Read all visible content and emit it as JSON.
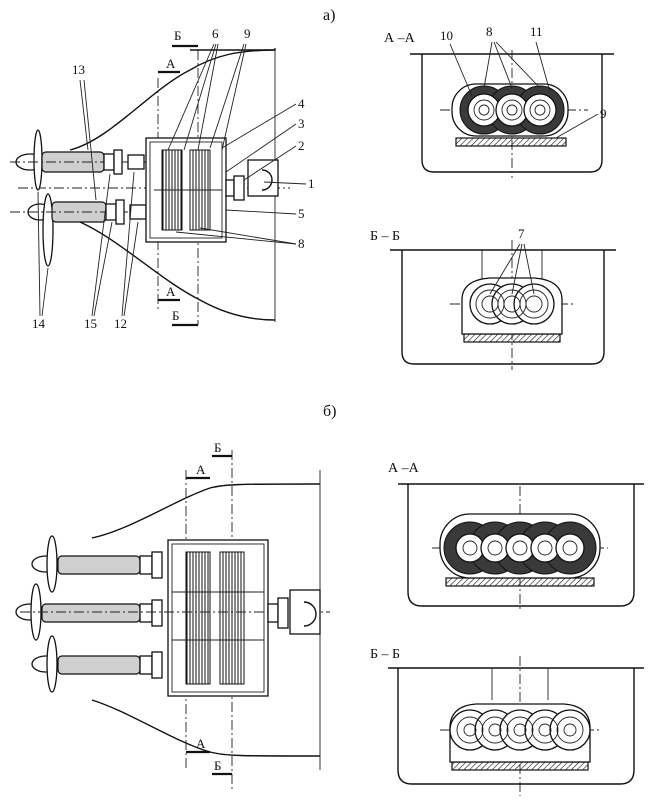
{
  "figure": {
    "part_a": {
      "label": "а)",
      "plan": {
        "callouts": [
          "13",
          "6",
          "9",
          "4",
          "3",
          "2",
          "1",
          "5",
          "8",
          "14",
          "15",
          "12"
        ],
        "section_marks": [
          "А",
          "Б",
          "А",
          "Б"
        ]
      },
      "section_aa": {
        "title": "А –А",
        "callouts": [
          "10",
          "8",
          "11",
          "9"
        ]
      },
      "section_bb": {
        "title": "Б – Б",
        "callouts": [
          "7"
        ]
      }
    },
    "part_b": {
      "label": "б)",
      "plan": {
        "section_marks": [
          "А",
          "Б",
          "А",
          "Б"
        ]
      },
      "section_aa": {
        "title": "А –А"
      },
      "section_bb": {
        "title": "Б – Б"
      }
    }
  }
}
